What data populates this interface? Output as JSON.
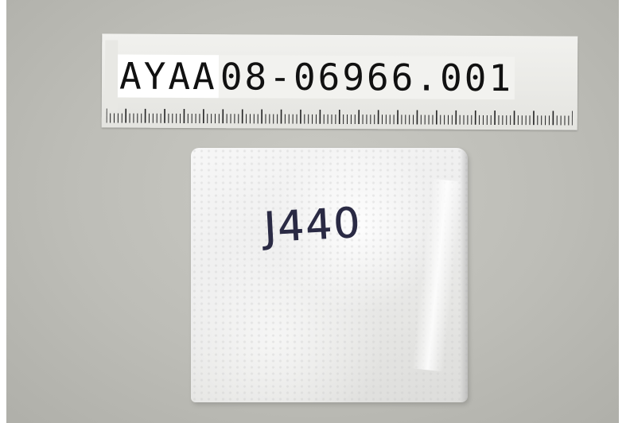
{
  "label": {
    "prefix": "AYAA",
    "number": "08-06966.001"
  },
  "bag": {
    "handwritten_text": "J440"
  },
  "colors": {
    "background": "#bdbdb7",
    "label": "#eeeeea",
    "ink": "#2a2a44"
  }
}
